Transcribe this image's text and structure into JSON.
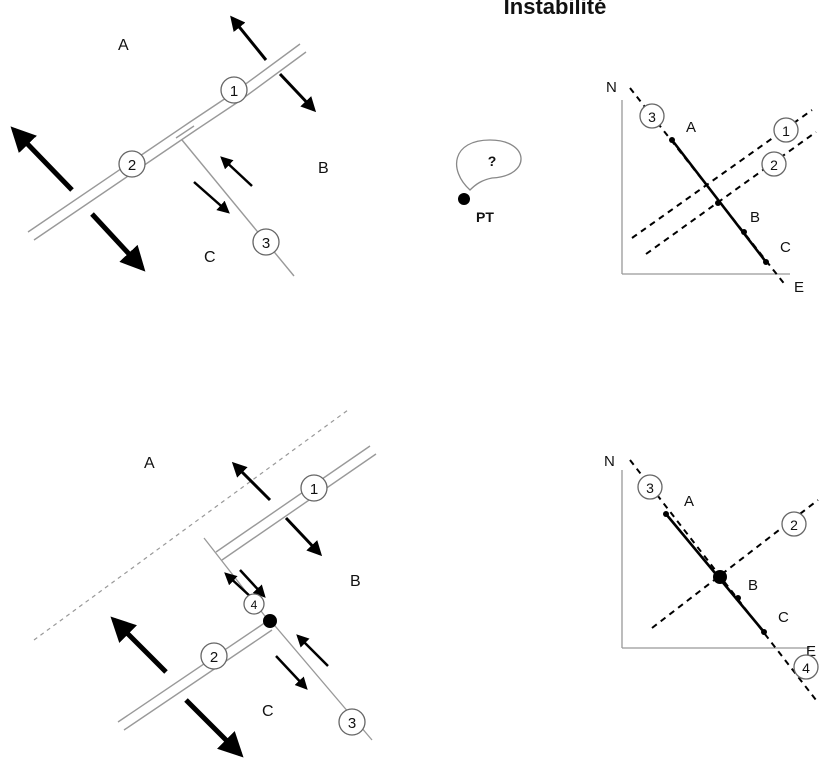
{
  "title": "Instabilité",
  "triple_junction": {
    "marker": "PT",
    "query": "?"
  },
  "top_map": {
    "plates": [
      "A",
      "B",
      "C"
    ],
    "boundaries": [
      "1",
      "2",
      "3"
    ]
  },
  "top_velocity": {
    "axis_n": "N",
    "axis_e": "E",
    "plates": [
      "A",
      "B",
      "C"
    ],
    "boundaries": [
      "1",
      "2",
      "3"
    ]
  },
  "bottom_map": {
    "plates": [
      "A",
      "B",
      "C"
    ],
    "boundaries": [
      "1",
      "2",
      "3",
      "4"
    ]
  },
  "bottom_velocity": {
    "axis_n": "N",
    "axis_e": "E",
    "plates": [
      "A",
      "B",
      "C"
    ],
    "boundaries": [
      "2",
      "3",
      "4"
    ]
  }
}
